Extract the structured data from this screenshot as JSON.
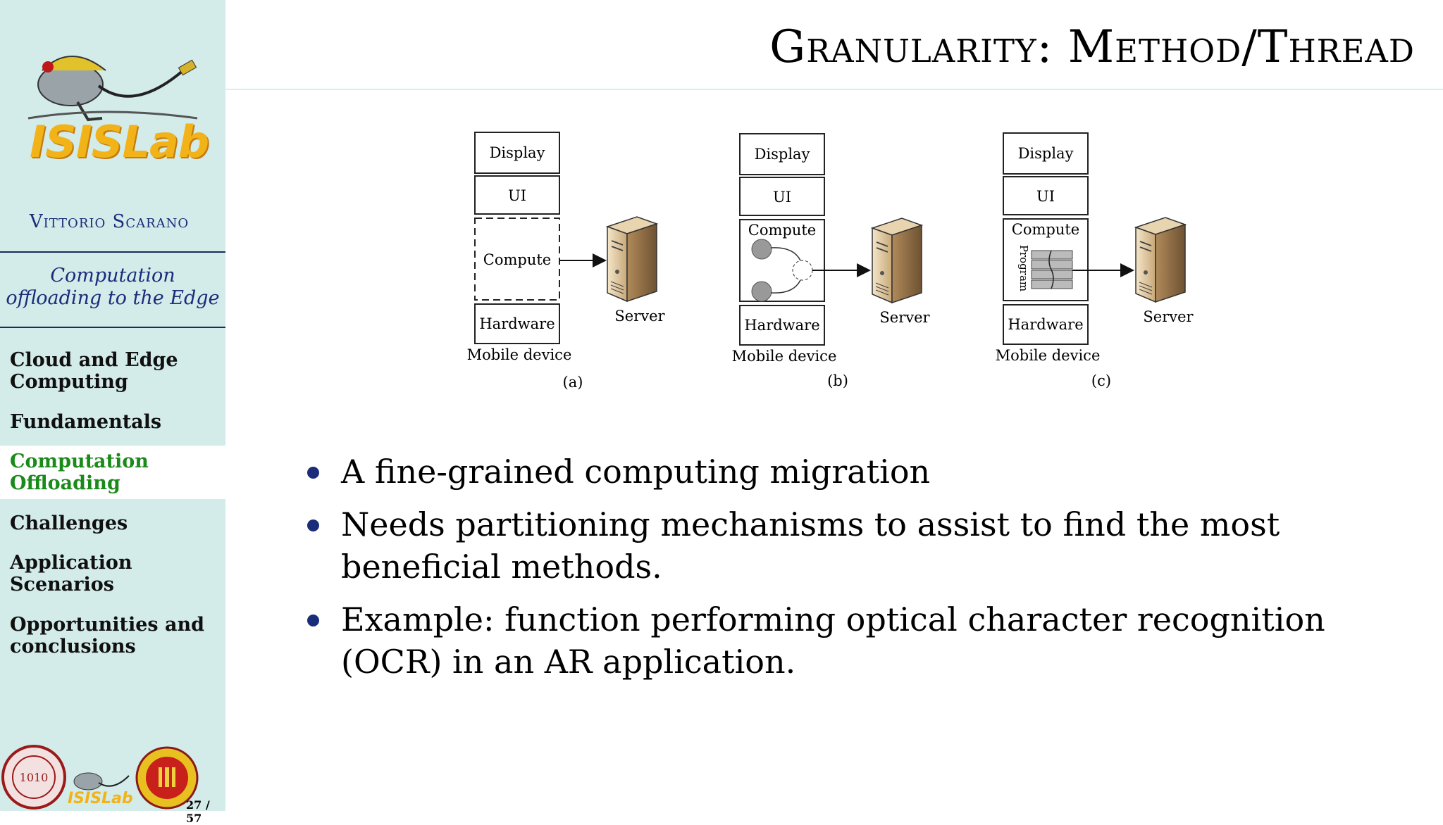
{
  "sidebar": {
    "logo_text": "ISISLab",
    "author": "Vittorio Scarano",
    "subtitle_line1": "Computation",
    "subtitle_line2": "offloading to the Edge",
    "nav": [
      {
        "label_line1": "Cloud and Edge",
        "label_line2": "Computing",
        "active": false
      },
      {
        "label_line1": "Fundamentals",
        "label_line2": "",
        "active": false
      },
      {
        "label_line1": "Computation",
        "label_line2": "Offloading",
        "active": true
      },
      {
        "label_line1": "Challenges",
        "label_line2": "",
        "active": false
      },
      {
        "label_line1": "Application",
        "label_line2": "Scenarios",
        "active": false
      },
      {
        "label_line1": "Opportunities and",
        "label_line2": "conclusions",
        "active": false
      }
    ],
    "footer_logo_text": "ISISLab",
    "page_number": "27 / 57"
  },
  "slide": {
    "title": "Granularity: Method/Thread"
  },
  "figure": {
    "labels": {
      "display": "Display",
      "ui": "UI",
      "compute": "Compute",
      "hardware": "Hardware",
      "server": "Server",
      "mobile_device": "Mobile device",
      "program": "Program",
      "panel_a": "(a)",
      "panel_b": "(b)",
      "panel_c": "(c)"
    }
  },
  "bullets": [
    {
      "line1": "A fine-grained computing migration",
      "line2": ""
    },
    {
      "line1": "Needs partitioning mechanisms to assist to find the most",
      "line2": "beneficial methods."
    },
    {
      "line1": "Example: function performing optical character recognition",
      "line2": "(OCR) in an AR application."
    }
  ],
  "colors": {
    "sidebar_bg": "#d3ebe9",
    "nav_active": "#1a8a1a",
    "accent_blue": "#1a2c7a",
    "logo_yellow": "#f2b318"
  }
}
